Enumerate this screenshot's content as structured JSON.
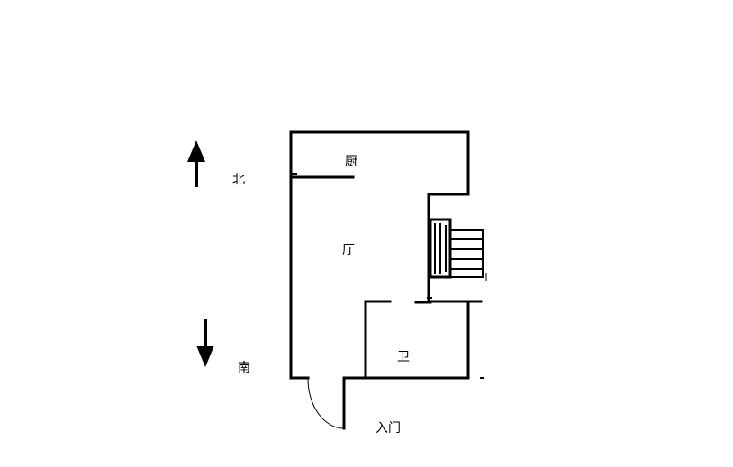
{
  "compass": {
    "north_label": "北",
    "south_label": "南"
  },
  "rooms": {
    "kitchen": "厨",
    "living_room": "厅",
    "bathroom": "卫"
  },
  "entrance_label": "入门",
  "colors": {
    "wall": "#000000",
    "background": "#ffffff"
  }
}
